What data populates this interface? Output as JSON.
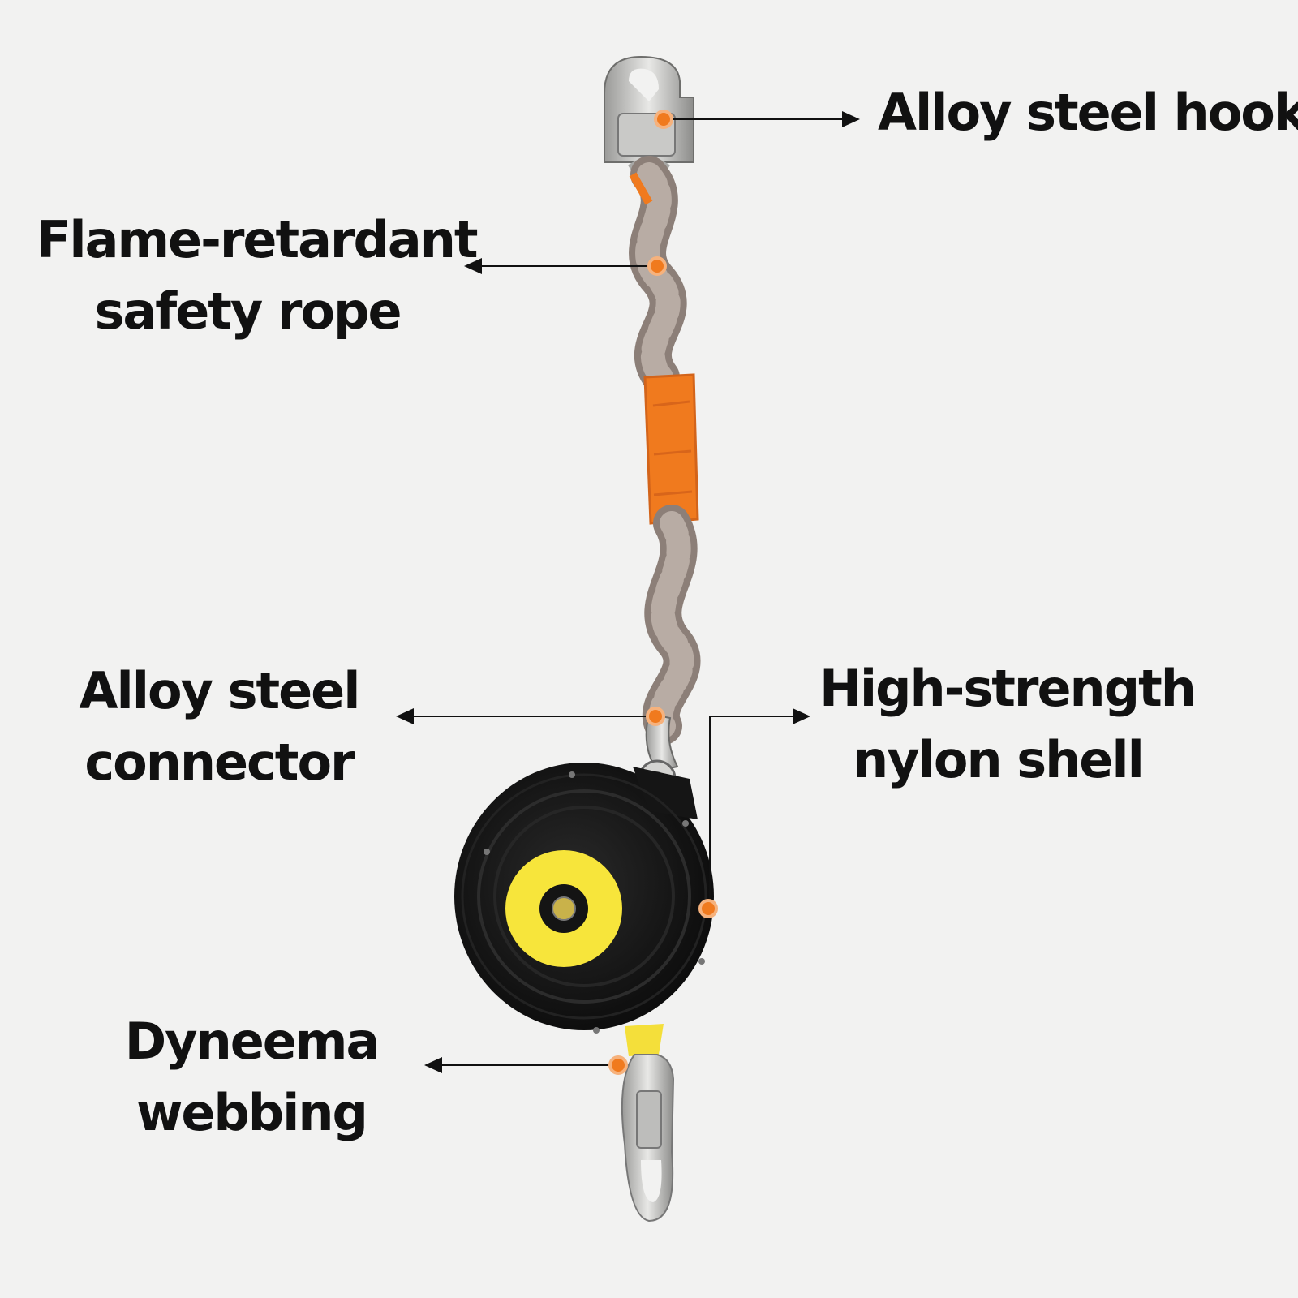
{
  "background": "#f2f2f1",
  "accent_color": "#f07a1e",
  "callouts": {
    "hook": {
      "text": "Alloy steel hook",
      "icon": "alloy-steel-hook"
    },
    "rope": {
      "line1": "Flame-retardant",
      "line2": "safety rope",
      "icon": "safety-rope"
    },
    "connector": {
      "line1": "Alloy steel",
      "line2": "connector",
      "icon": "swivel-connector"
    },
    "shell": {
      "line1": "High-strength",
      "line2": "nylon shell",
      "icon": "retractable-shell"
    },
    "webbing": {
      "line1": "Dyneema",
      "line2": "webbing",
      "icon": "webbing-strap"
    }
  }
}
